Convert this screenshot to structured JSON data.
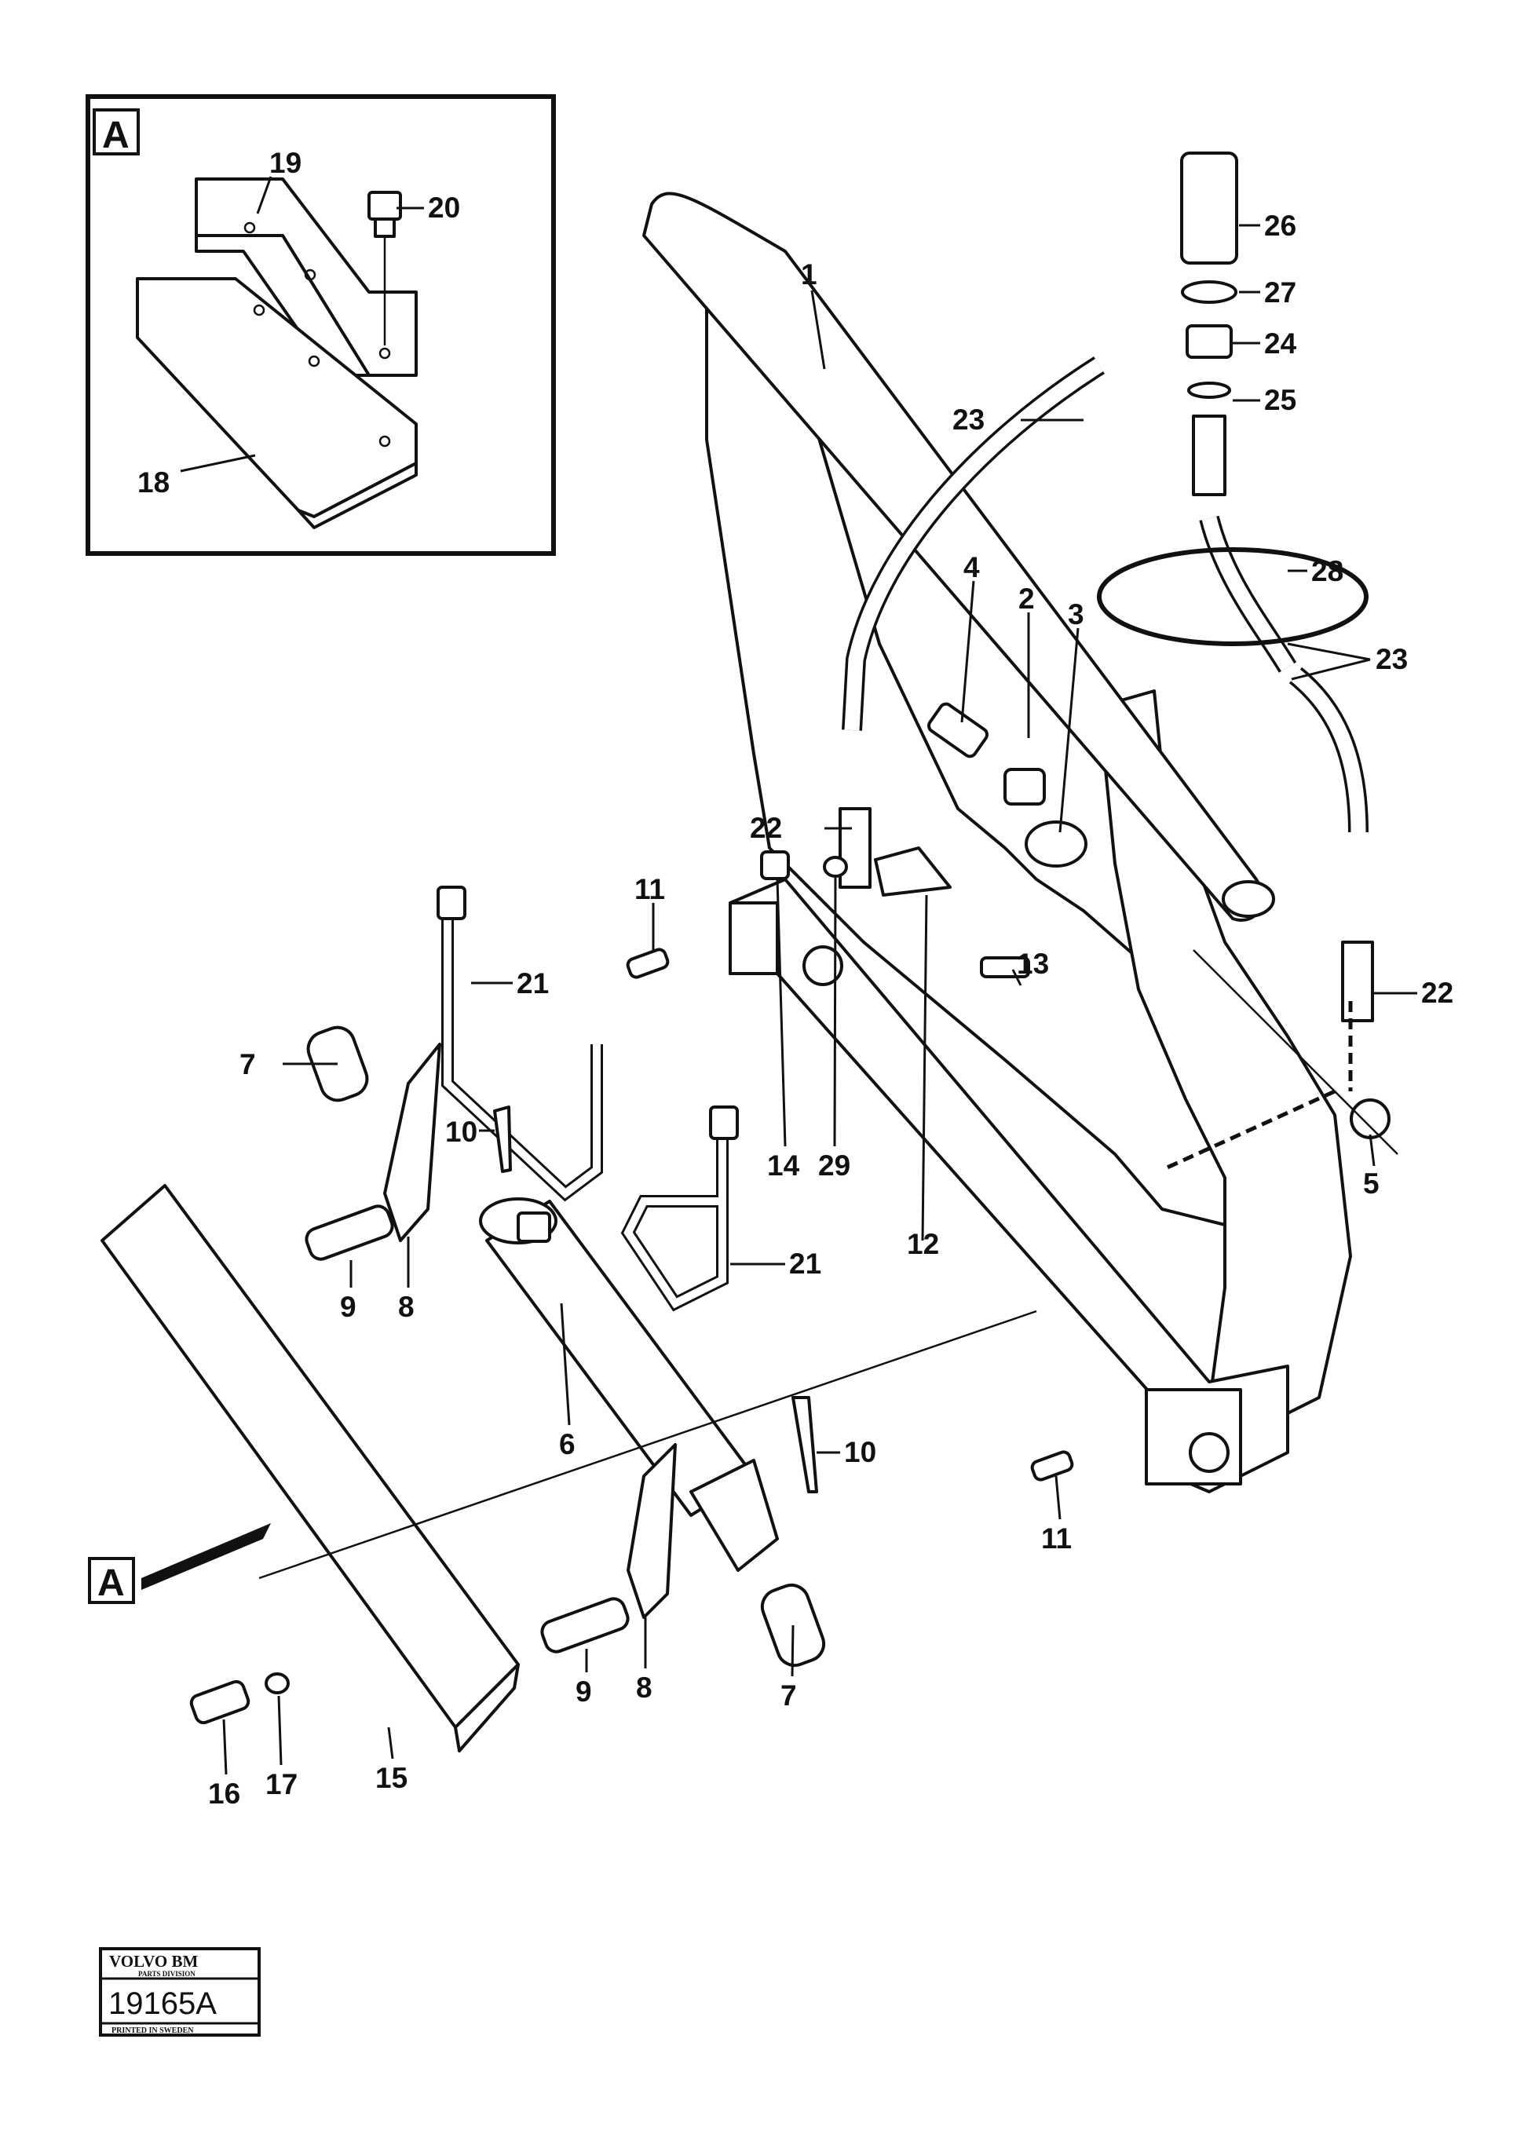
{
  "detail_box": {
    "letter": "A"
  },
  "detail_pointer": {
    "letter": "A"
  },
  "stamp": {
    "brand": "VOLVO BM",
    "division": "PARTS DIVISION",
    "number": "19165A",
    "printed": "PRINTED IN SWEDEN"
  },
  "labels": {
    "p1": "1",
    "p2": "2",
    "p3": "3",
    "p4": "4",
    "p5": "5",
    "p6": "6",
    "p7a": "7",
    "p7b": "7",
    "p8a": "8",
    "p8b": "8",
    "p9a": "9",
    "p9b": "9",
    "p10a": "10",
    "p10b": "10",
    "p11a": "11",
    "p11b": "11",
    "p12": "12",
    "p13": "13",
    "p14": "14",
    "p15": "15",
    "p16": "16",
    "p17": "17",
    "p18": "18",
    "p19": "19",
    "p20": "20",
    "p21a": "21",
    "p21b": "21",
    "p22a": "22",
    "p22b": "22",
    "p23a": "23",
    "p23b": "23",
    "p24": "24",
    "p25": "25",
    "p26": "26",
    "p27": "27",
    "p28": "28",
    "p29": "29"
  }
}
